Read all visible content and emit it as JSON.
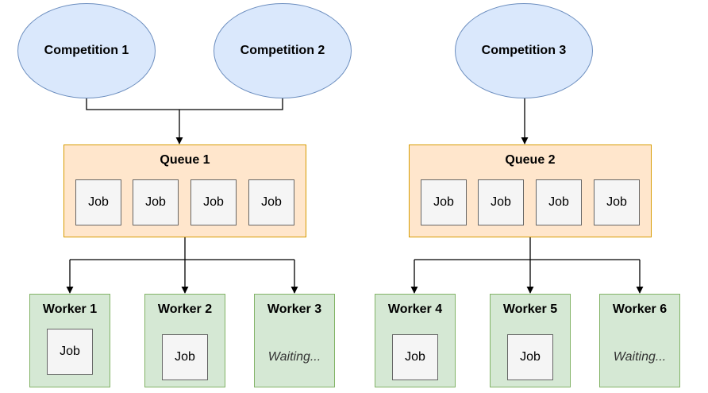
{
  "colors": {
    "competition_fill": "#dae8fc",
    "competition_stroke": "#6c8ebf",
    "queue_fill": "#ffe6cc",
    "queue_stroke": "#d79b00",
    "job_fill": "#f5f5f5",
    "job_stroke": "#666666",
    "worker_fill": "#d5e8d4",
    "worker_stroke": "#82b366"
  },
  "competitions": [
    "Competition 1",
    "Competition 2",
    "Competition 3"
  ],
  "queues": [
    {
      "title": "Queue 1",
      "jobs": [
        "Job",
        "Job",
        "Job",
        "Job"
      ]
    },
    {
      "title": "Queue 2",
      "jobs": [
        "Job",
        "Job",
        "Job",
        "Job"
      ]
    }
  ],
  "workers": [
    {
      "title": "Worker 1",
      "content": "Job"
    },
    {
      "title": "Worker 2",
      "content": "Job"
    },
    {
      "title": "Worker 3",
      "status": "Waiting..."
    },
    {
      "title": "Worker 4",
      "content": "Job"
    },
    {
      "title": "Worker 5",
      "content": "Job"
    },
    {
      "title": "Worker 6",
      "status": "Waiting..."
    }
  ]
}
